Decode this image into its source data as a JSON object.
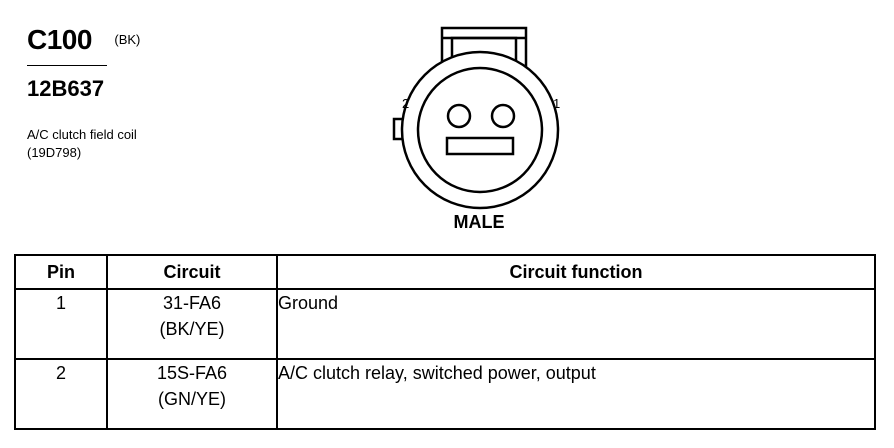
{
  "connector": {
    "id": "C100",
    "color_code": "(BK)",
    "part_number": "12B637",
    "description_line1": "A/C clutch field coil",
    "description_line2": "(19D798)"
  },
  "diagram": {
    "pin_label_left": "2",
    "pin_label_right": "1",
    "view_label": "MALE"
  },
  "table": {
    "headers": [
      "Pin",
      "Circuit",
      "Circuit function"
    ],
    "rows": [
      {
        "pin": "1",
        "circuit_line1": "31-FA6",
        "circuit_line2": "(BK/YE)",
        "function": "Ground"
      },
      {
        "pin": "2",
        "circuit_line1": "15S-FA6",
        "circuit_line2": "(GN/YE)",
        "function": "A/C clutch relay, switched power, output"
      }
    ]
  }
}
